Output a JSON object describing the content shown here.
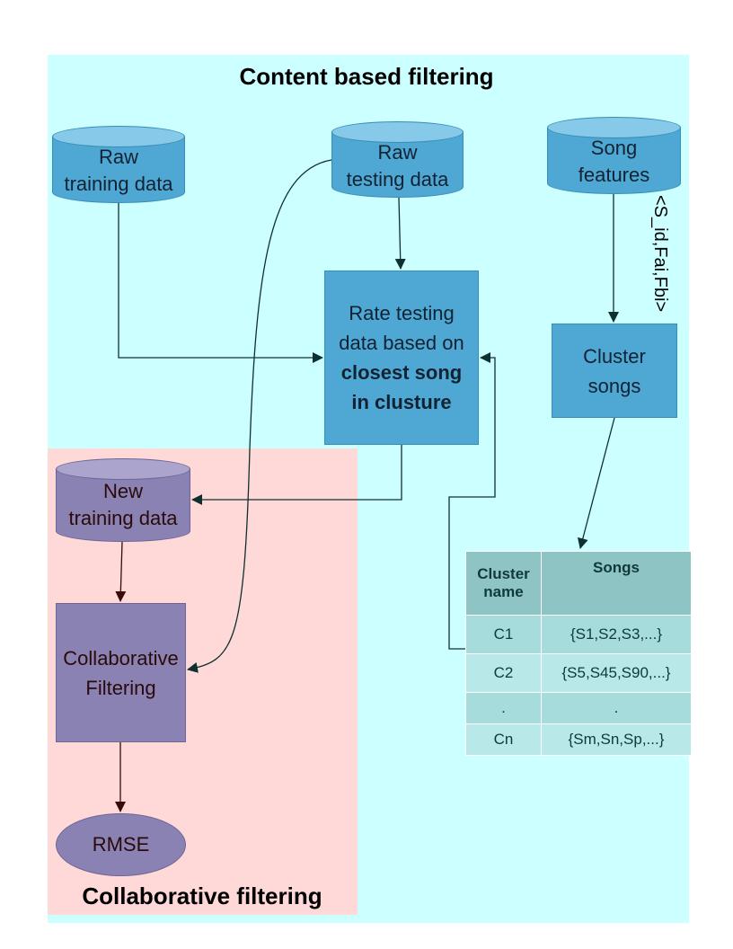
{
  "titles": {
    "content_based": "Content based filtering",
    "collaborative": "Collaborative filtering"
  },
  "nodes": {
    "raw_training": [
      "Raw",
      "training data"
    ],
    "raw_testing": [
      "Raw",
      "testing data"
    ],
    "song_features": [
      "Song",
      "features"
    ],
    "rate_testing": {
      "line1": "Rate testing",
      "line2": "data based on",
      "line3": "closest song",
      "line4": "in clusture"
    },
    "cluster_songs": [
      "Cluster",
      "songs"
    ],
    "new_training": [
      "New",
      "training data"
    ],
    "collab_filtering": [
      "Collaborative",
      "Filtering"
    ],
    "rmse": "RMSE"
  },
  "edge_label": "<S_id,Fai,Fbi>",
  "table": {
    "headers": {
      "col1": [
        "Cluster",
        "name"
      ],
      "col2": "Songs"
    },
    "rows": [
      [
        "C1",
        "{S1,S2,S3,...}"
      ],
      [
        "C2",
        "{S5,S45,S90,...}"
      ],
      [
        ".",
        "."
      ],
      [
        "Cn",
        "{Sm,Sn,Sp,...}"
      ]
    ]
  },
  "colors": {
    "content_region": "#ccffff",
    "collab_region": "#ffd8d8",
    "blue_node": "#4fa8d3",
    "purple_node": "#8a82b2"
  }
}
